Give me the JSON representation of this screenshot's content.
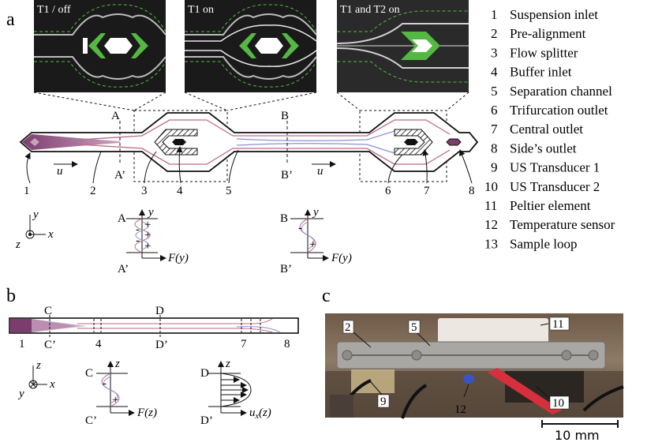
{
  "panels": {
    "a": "a",
    "b": "b",
    "c": "c"
  },
  "micrographs": [
    {
      "caption": "T1 / off"
    },
    {
      "caption": "T1 on"
    },
    {
      "caption": "T1 and T2 on"
    }
  ],
  "legend": [
    {
      "num": "1",
      "text": "Suspension inlet"
    },
    {
      "num": "2",
      "text": "Pre-alignment"
    },
    {
      "num": "3",
      "text": "Flow splitter"
    },
    {
      "num": "4",
      "text": "Buffer inlet"
    },
    {
      "num": "5",
      "text": "Separation channel"
    },
    {
      "num": "6",
      "text": "Trifurcation outlet"
    },
    {
      "num": "7",
      "text": "Central outlet"
    },
    {
      "num": "8",
      "text": "Side’s outlet"
    },
    {
      "num": "9",
      "text": "US Transducer 1"
    },
    {
      "num": "10",
      "text": "US Transducer 2"
    },
    {
      "num": "11",
      "text": "Peltier element"
    },
    {
      "num": "12",
      "text": "Temperature sensor"
    },
    {
      "num": "13",
      "text": "Sample loop"
    }
  ],
  "chip_a": {
    "cut_labels": [
      "A",
      "A’",
      "B",
      "B’"
    ],
    "part_numbers": [
      "1",
      "2",
      "3",
      "4",
      "5",
      "6",
      "7",
      "8"
    ],
    "flow_symbol": "u"
  },
  "axes_a": {
    "y": "y",
    "x": "x",
    "z": "z"
  },
  "profile_a": {
    "top": "A",
    "bottom": "A’",
    "axis": "y",
    "force": "F(y)",
    "signs": [
      "+",
      "-",
      "+",
      "-",
      "+"
    ]
  },
  "profile_b": {
    "top": "B",
    "bottom": "B’",
    "axis": "y",
    "force": "F(y)",
    "signs": [
      "-",
      "+"
    ]
  },
  "chip_b": {
    "cut_labels": [
      "C",
      "C’",
      "D",
      "D’"
    ],
    "part_numbers": [
      "1",
      "4",
      "7",
      "8"
    ]
  },
  "axes_b": {
    "z": "z",
    "x": "x",
    "y": "y"
  },
  "profile_c": {
    "top": "C",
    "bottom": "C’",
    "axis": "z",
    "force": "F(z)",
    "signs": [
      "-",
      "+"
    ]
  },
  "profile_d": {
    "top": "D",
    "bottom": "D’",
    "axis": "z",
    "velocity_main": "u",
    "velocity_sub": "x",
    "velocity_tail": "(z)"
  },
  "photo": {
    "labels": [
      "2",
      "5",
      "11",
      "9",
      "12",
      "10"
    ],
    "scale": "10 mm"
  },
  "colors": {
    "inlet": "#7d3c6e",
    "highlight": "#55b843",
    "pink_line": "#c06a86",
    "blue_line": "#8a92d4"
  }
}
